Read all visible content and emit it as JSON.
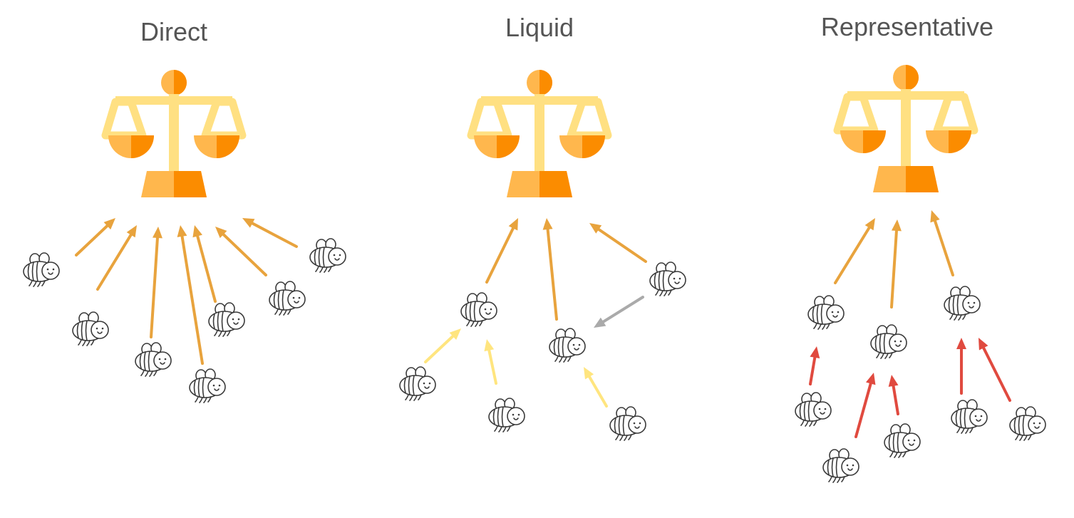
{
  "colors": {
    "scale_light": "#FFE082",
    "scale_mid": "#FFB74D",
    "scale_dark": "#FB8C00",
    "direct_vote": "#E8A33D",
    "delegation": "#FFE57F",
    "delegation_gray": "#AAAAAA",
    "representative_vote": "#E04A3F"
  },
  "icons": {
    "scale": "scales-of-justice-icon",
    "voter": "bee-icon"
  },
  "panels": [
    {
      "id": "direct",
      "title": "Direct"
    },
    {
      "id": "liquid",
      "title": "Liquid"
    },
    {
      "id": "representative",
      "title": "Representative"
    }
  ]
}
